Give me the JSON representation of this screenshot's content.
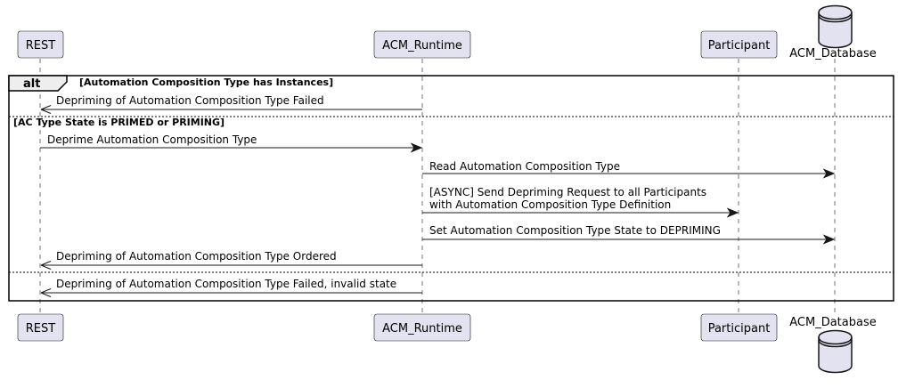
{
  "participants": {
    "rest": "REST",
    "runtime": "ACM_Runtime",
    "participant": "Participant",
    "database": "ACM_Database"
  },
  "alt_frame": {
    "keyword": "alt",
    "guard_1": "[Automation Composition Type has Instances]",
    "guard_2": "[AC Type State is PRIMED or PRIMING]"
  },
  "messages": [
    {
      "label": "Depriming of Automation Composition Type Failed"
    },
    {
      "label": "Deprime Automation Composition Type"
    },
    {
      "label": "Read Automation Composition Type"
    },
    {
      "label": "[ASYNC] Send Depriming Request to all Participants",
      "label_2": "with Automation Composition Type Definition"
    },
    {
      "label": "Set Automation Composition Type State to DEPRIMING"
    },
    {
      "label": "Depriming of Automation Composition Type Ordered"
    },
    {
      "label": "Depriming of Automation Composition Type Failed, invalid state"
    }
  ]
}
